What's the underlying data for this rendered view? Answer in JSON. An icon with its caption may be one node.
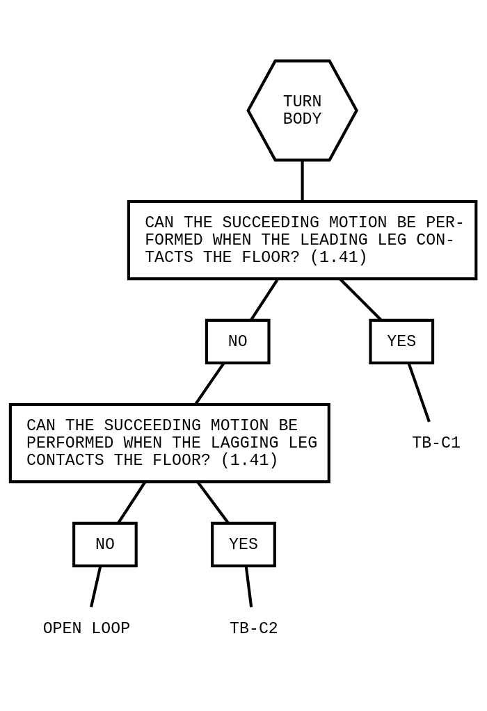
{
  "diagram": {
    "nodes": [
      {
        "text": [
          "TURN BODY"
        ]
      },
      {
        "text": [
          "CAN THE SUCCEEDING MOTION BE PER- FORMED WHEN THE LEADING LEG CON- TACTS THE FLOOR? (1.41)"
        ]
      },
      {
        "text": [
          "NO"
        ]
      },
      {
        "text": [
          "YES"
        ]
      },
      {
        "text": [
          "CAN THE SUCCEEDING MOTION BE PERFORMED WHEN THE LAGGING LEG CONTACTS THE FLOOR? (1.41)"
        ]
      },
      {
        "text": [
          "TB-C1"
        ]
      },
      {
        "text": [
          "NO"
        ]
      },
      {
        "text": [
          "YES"
        ]
      },
      {
        "text": [
          "OPEN LOOP"
        ]
      },
      {
        "text": [
          "TB-C2"
        ]
      }
    ],
    "edges": [
      {
        "from": 0,
        "to": 1,
        "arrow": "none"
      },
      {
        "from": 1,
        "to": 2,
        "arrow": "none"
      },
      {
        "from": 1,
        "to": 3,
        "arrow": "none"
      },
      {
        "from": 2,
        "to": 4,
        "arrow": "none"
      },
      {
        "from": 3,
        "to": 5,
        "arrow": "none"
      },
      {
        "from": 4,
        "to": 6,
        "arrow": "none"
      },
      {
        "from": 4,
        "to": 7,
        "arrow": "none"
      },
      {
        "from": 6,
        "to": 8,
        "arrow": "none"
      },
      {
        "from": 7,
        "to": 9,
        "arrow": "none"
      }
    ]
  }
}
